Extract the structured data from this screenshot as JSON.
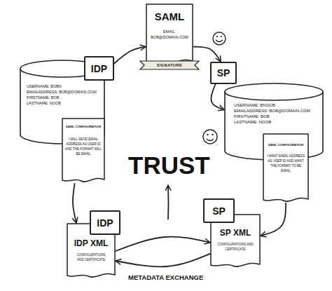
{
  "diagram": {
    "nodes": [
      {
        "text": [
          "SAML",
          "EMAIL: BOB@DOMAIN.COM"
        ]
      },
      {
        "text": [
          "SIGNATURE"
        ],
        "in": 0
      },
      {
        "text": [
          "IDP"
        ]
      },
      {
        "text": [
          "SP"
        ]
      },
      {
        "text": [
          "USERNAME: BOBN",
          "EMAILADDRESS: BOB@DOMAIN.COM",
          "FIRSTNAME: BOB",
          "LASTNAME: NOOB"
        ]
      },
      {
        "text": [
          "USERNAME: BNOOB",
          "EMAILADDRESS: BOB@DOMAIN.COM",
          "FIRSTNAME: BOB",
          "LASTNAME: NOOB"
        ]
      },
      {
        "text": [
          "SAML CONFIGURATION",
          "I WILL SEND EMAIL ADDRESS AS USER ID AND THE FORMAT WILL BE EMAIL"
        ]
      },
      {
        "text": [
          "SAML CONFIGURATION",
          "I WANT EMAIL ADDRESS AS USER ID AND WANT THE FORMAT TO BE EMAIL"
        ]
      },
      {
        "text": [
          "IDP"
        ]
      },
      {
        "text": [
          "IDP XML",
          "CONFIGURATIONS AND CERTIFICATE"
        ]
      },
      {
        "text": [
          "SP"
        ]
      },
      {
        "text": [
          "SP XML",
          "CONFIGURATIONS AND CERTIFICATE"
        ]
      }
    ],
    "edges": [
      {
        "from": 2,
        "to": 0,
        "arrow": "to"
      },
      {
        "from": 0,
        "to": 3,
        "arrow": "to"
      },
      {
        "from": 3,
        "to": 5,
        "arrow": "to"
      },
      {
        "from": 6,
        "to": 9,
        "arrow": "to"
      },
      {
        "from": 7,
        "to": 11,
        "arrow": "to"
      },
      {
        "from": 9,
        "to": 11,
        "arrow": "to"
      },
      {
        "from": 11,
        "to": 9,
        "arrow": "to"
      }
    ],
    "labels": [
      "TRUST",
      "METADATA EXCHANGE"
    ]
  }
}
